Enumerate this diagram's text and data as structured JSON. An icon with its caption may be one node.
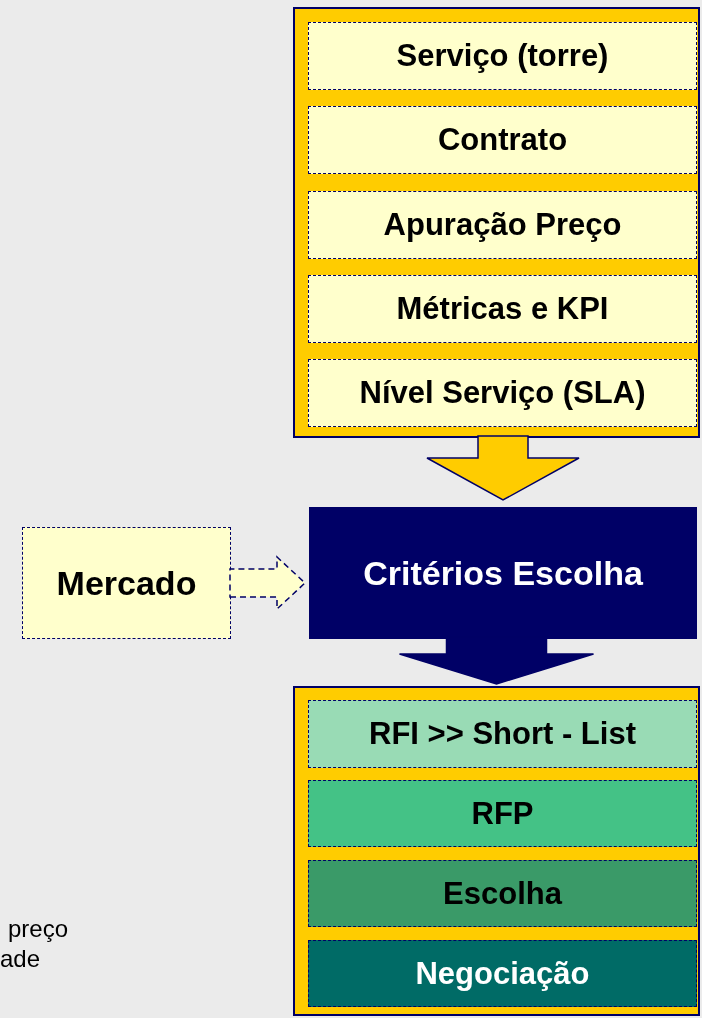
{
  "diagram": {
    "nodes": [
      {
        "text": [],
        "shape": "box"
      },
      {
        "text": [
          "Serviço (torre)"
        ],
        "in": 0
      },
      {
        "text": [
          "Contrato"
        ],
        "in": 0
      },
      {
        "text": [
          "Apuração Preço"
        ],
        "in": 0
      },
      {
        "text": [
          "Métricas e KPI"
        ],
        "in": 0
      },
      {
        "text": [
          "Nível Serviço (SLA)"
        ],
        "in": 0
      },
      {
        "text": [
          "Critérios Escolha"
        ]
      },
      {
        "text": [
          "Mercado"
        ]
      },
      {
        "text": [],
        "shape": "box"
      },
      {
        "text": [
          "RFI >> Short - List"
        ],
        "in": 8
      },
      {
        "text": [
          "RFP"
        ],
        "in": 8
      },
      {
        "text": [
          "Escolha"
        ],
        "in": 8
      },
      {
        "text": [
          "Negociação"
        ],
        "in": 8
      }
    ],
    "edges": [
      {
        "from": 0,
        "to": 6,
        "arrow": "to",
        "color": "#ffcc00"
      },
      {
        "from": 7,
        "to": 6,
        "arrow": "to",
        "style": "dashed",
        "color": "#ffffcc"
      },
      {
        "from": 6,
        "to": 8,
        "arrow": "to"
      }
    ],
    "labels": [
      "preço",
      "ade"
    ]
  }
}
